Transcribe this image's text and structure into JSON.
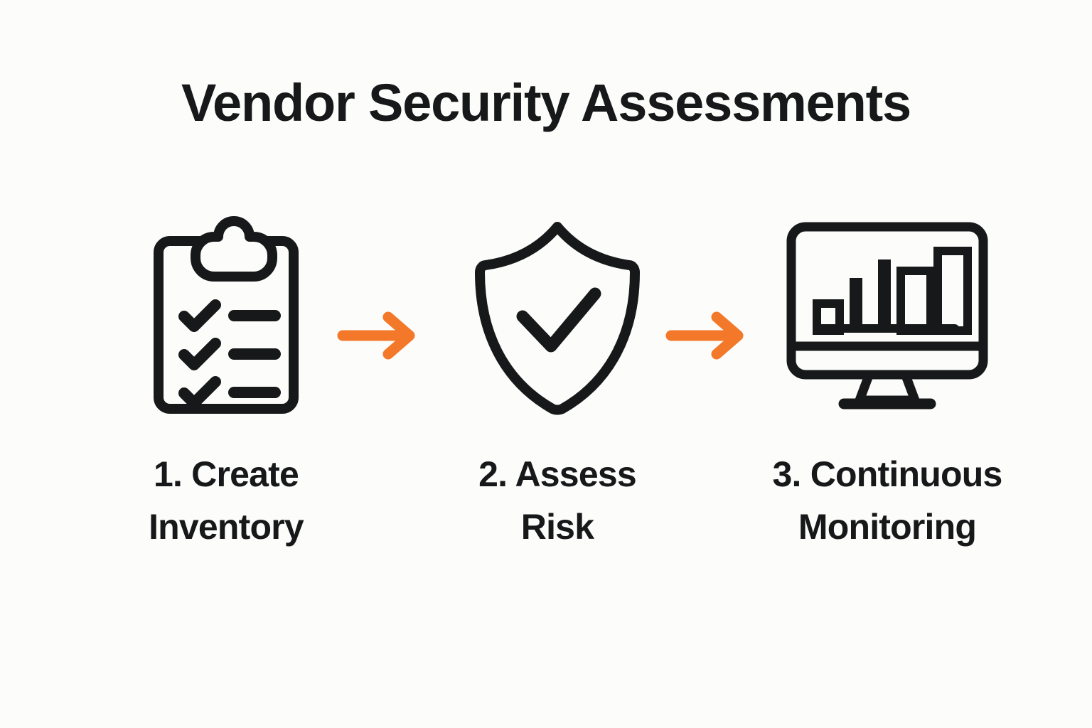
{
  "page": {
    "title": "Vendor Security Assessments",
    "background_color": "#fcfcfa",
    "text_color": "#17181a",
    "accent_color": "#f37829"
  },
  "steps": [
    {
      "number": "1.",
      "label": "1. Create\nInventory",
      "icon": "clipboard-checklist-icon",
      "icon_detail": {
        "checklist_rows": 3,
        "check_marks": 3,
        "lines": 3
      }
    },
    {
      "number": "2.",
      "label": "2. Assess\nRisk",
      "icon": "shield-check-icon",
      "icon_detail": {
        "check_marks": 1
      }
    },
    {
      "number": "3.",
      "label": "3. Continuous\nMonitoring",
      "icon": "monitor-bar-chart-icon",
      "icon_detail": {
        "bars": 4,
        "bar_heights_relative": [
          0.28,
          0.62,
          0.78,
          0.95
        ]
      }
    }
  ],
  "connectors": [
    {
      "name": "arrow-step1-to-step2",
      "glyph": "arrow-right-icon",
      "color": "#f37829"
    },
    {
      "name": "arrow-step2-to-step3",
      "glyph": "arrow-right-icon",
      "color": "#f37829"
    }
  ]
}
